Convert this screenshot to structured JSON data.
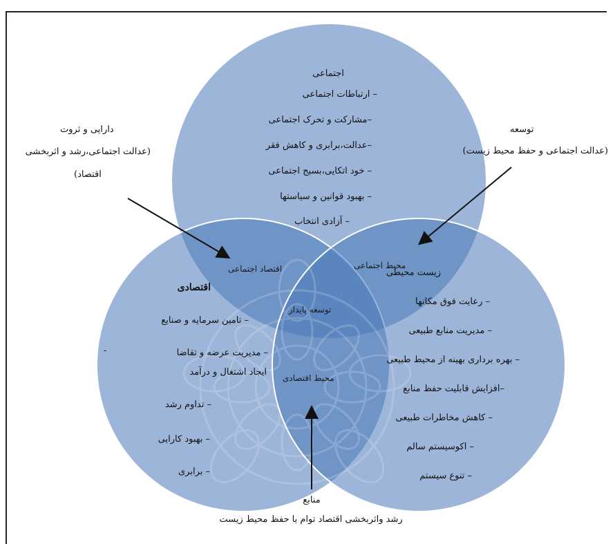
{
  "top_circle": {
    "title": "اجتماعی",
    "items": [
      "– ارتباطات اجتماعی",
      "–مشارکت و تحرک اجتماعی",
      "–عدالت،برابری و کاهش فقر",
      "– خود اتکایی،بسیج اجتماعی",
      "– بهبود قوانین و سیاستها",
      "– آزادی انتخاب"
    ]
  },
  "left_circle": {
    "title": "اقتصادی",
    "items": [
      "– تامین سرمایه و صنایع",
      "– مدیریت عرضه و تقاضا",
      "ایجاد اشتغال و درآمد",
      "– تداوم رشد",
      "– بهبود کارایی",
      "– برابری"
    ],
    "stray_dash": "-"
  },
  "right_circle": {
    "title": "زیست محیطی",
    "items": [
      "– رعایت فوق مکانها",
      "– مدیریت منابع طبیعی",
      "– بهره برداری بهینه از محیط طبیعی",
      "–افزایش قابلیت حفظ منابع",
      "– کاهش مخاطرات طبیعی",
      "– اکوسیستم سالم",
      "– تنوع سیستم"
    ]
  },
  "overlaps": {
    "top_left": "اقتصاد اجتماعی",
    "top_right": "محیط اجتماعی",
    "center": "توسعه پایدار",
    "bottom": "محیط اقتصادی"
  },
  "annotations": {
    "left_top": {
      "line1": "دارایی و ثروت",
      "line2": "(عدالت اجتماعی،رشد و اثربخشی",
      "line3": "اقتصاد)"
    },
    "right_top": {
      "line1": "توسعه",
      "line2": "(عدالت اجتماعی و حفظ محیط زیست)"
    },
    "bottom": {
      "line1": "منابع",
      "line2": "رشد واثربخشی اقتصاد توام با حفظ محیط زیست"
    }
  },
  "colors": {
    "circle_fill": "#4a78b8",
    "circle_stroke": "#ffffff",
    "frame": "#222222"
  }
}
